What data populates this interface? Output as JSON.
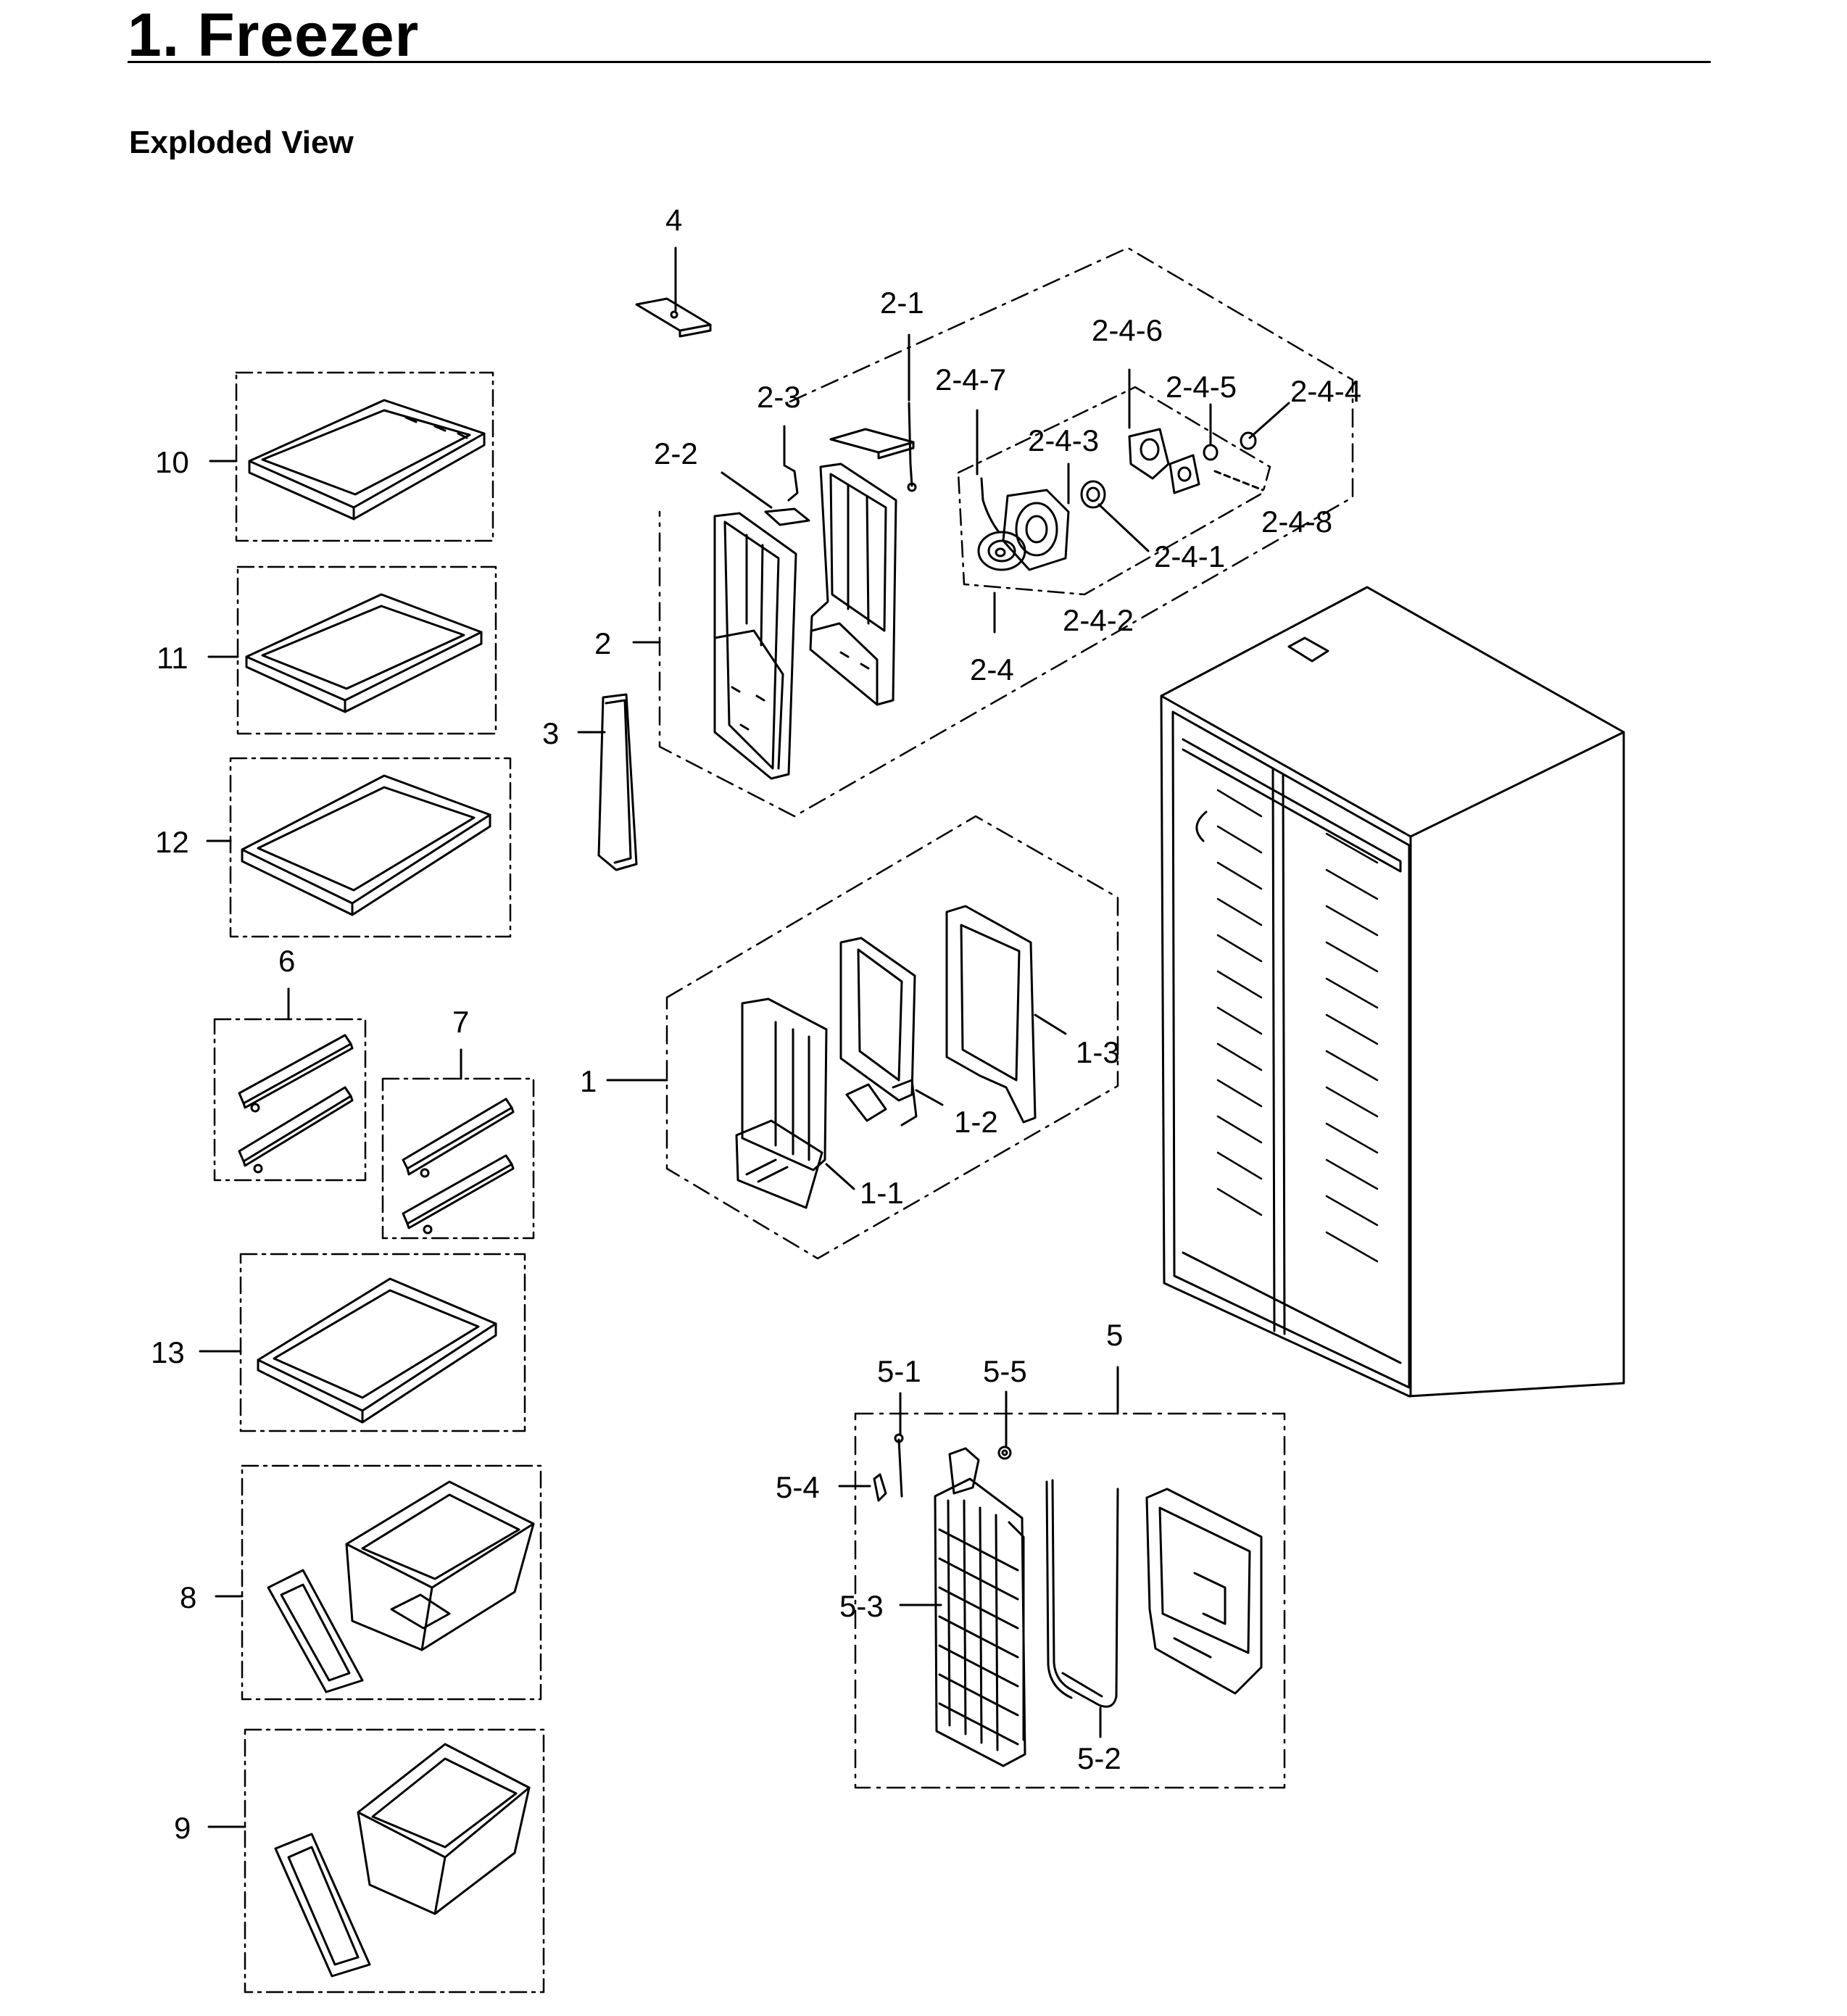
{
  "header": {
    "title": "1. Freezer",
    "subtitle": "Exploded View"
  },
  "callouts": {
    "c1": "1",
    "c1_1": "1-1",
    "c1_2": "1-2",
    "c1_3": "1-3",
    "c2": "2",
    "c2_1": "2-1",
    "c2_2": "2-2",
    "c2_3": "2-3",
    "c2_4": "2-4",
    "c2_4_1": "2-4-1",
    "c2_4_2": "2-4-2",
    "c2_4_3": "2-4-3",
    "c2_4_4": "2-4-4",
    "c2_4_5": "2-4-5",
    "c2_4_6": "2-4-6",
    "c2_4_7": "2-4-7",
    "c2_4_8": "2-4-8",
    "c3": "3",
    "c4": "4",
    "c5": "5",
    "c5_1": "5-1",
    "c5_2": "5-2",
    "c5_3": "5-3",
    "c5_4": "5-4",
    "c5_5": "5-5",
    "c6": "6",
    "c7": "7",
    "c8": "8",
    "c9": "9",
    "c10": "10",
    "c11": "11",
    "c12": "12",
    "c13": "13"
  },
  "icons": {
    "shelf": "glass-shelf-icon",
    "rail": "shelf-rail-icon",
    "bin": "drawer-bin-icon",
    "cabinet": "refrigerator-cabinet-icon",
    "evaporator": "evaporator-coil-icon",
    "fan": "fan-motor-icon",
    "duct": "air-duct-icon"
  },
  "colors": {
    "ink": "#000000",
    "paper": "#ffffff"
  }
}
